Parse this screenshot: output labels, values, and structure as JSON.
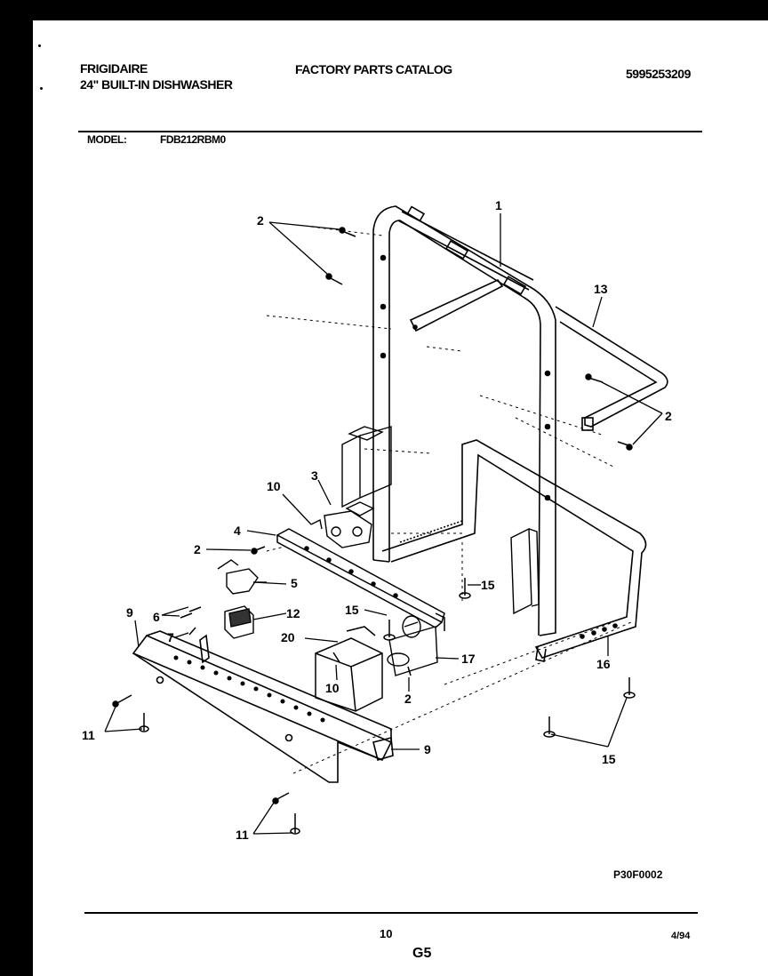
{
  "header": {
    "brand": "FRIGIDAIRE",
    "subtitle": "24\" BUILT-IN DISHWASHER",
    "catalog_title": "FACTORY PARTS CATALOG",
    "catalog_number": "5995253209",
    "model_label": "MODEL:",
    "model_number": "FDB212RBM0"
  },
  "diagram": {
    "code": "P30F0002",
    "callouts": [
      {
        "id": "c1",
        "text": "1"
      },
      {
        "id": "c2a",
        "text": "2"
      },
      {
        "id": "c2b",
        "text": "2"
      },
      {
        "id": "c2c",
        "text": "2"
      },
      {
        "id": "c2d",
        "text": "2"
      },
      {
        "id": "c3",
        "text": "3"
      },
      {
        "id": "c4",
        "text": "4"
      },
      {
        "id": "c5",
        "text": "5"
      },
      {
        "id": "c6",
        "text": "6"
      },
      {
        "id": "c7",
        "text": "7"
      },
      {
        "id": "c9a",
        "text": "9"
      },
      {
        "id": "c9b",
        "text": "9"
      },
      {
        "id": "c10a",
        "text": "10"
      },
      {
        "id": "c10b",
        "text": "10"
      },
      {
        "id": "c11a",
        "text": "11"
      },
      {
        "id": "c11b",
        "text": "11"
      },
      {
        "id": "c12",
        "text": "12"
      },
      {
        "id": "c13",
        "text": "13"
      },
      {
        "id": "c15a",
        "text": "15"
      },
      {
        "id": "c15b",
        "text": "15"
      },
      {
        "id": "c15c",
        "text": "15"
      },
      {
        "id": "c16",
        "text": "16"
      },
      {
        "id": "c17",
        "text": "17"
      },
      {
        "id": "c20",
        "text": "20"
      }
    ]
  },
  "footer": {
    "page_number": "10",
    "section": "G5",
    "date": "4/94"
  }
}
